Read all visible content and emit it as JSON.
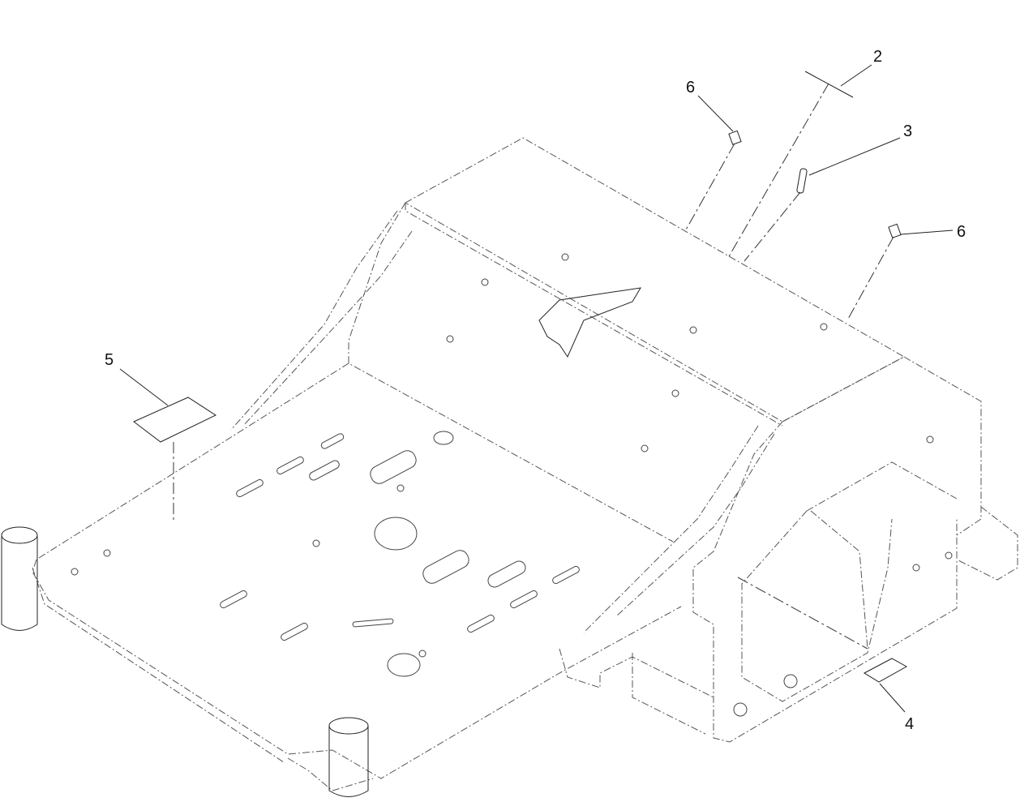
{
  "callouts": [
    {
      "id": "callout-2",
      "label": "2"
    },
    {
      "id": "callout-3",
      "label": "3"
    },
    {
      "id": "callout-6a",
      "label": "6"
    },
    {
      "id": "callout-6b",
      "label": "6"
    },
    {
      "id": "callout-5",
      "label": "5"
    },
    {
      "id": "callout-4",
      "label": "4"
    }
  ]
}
